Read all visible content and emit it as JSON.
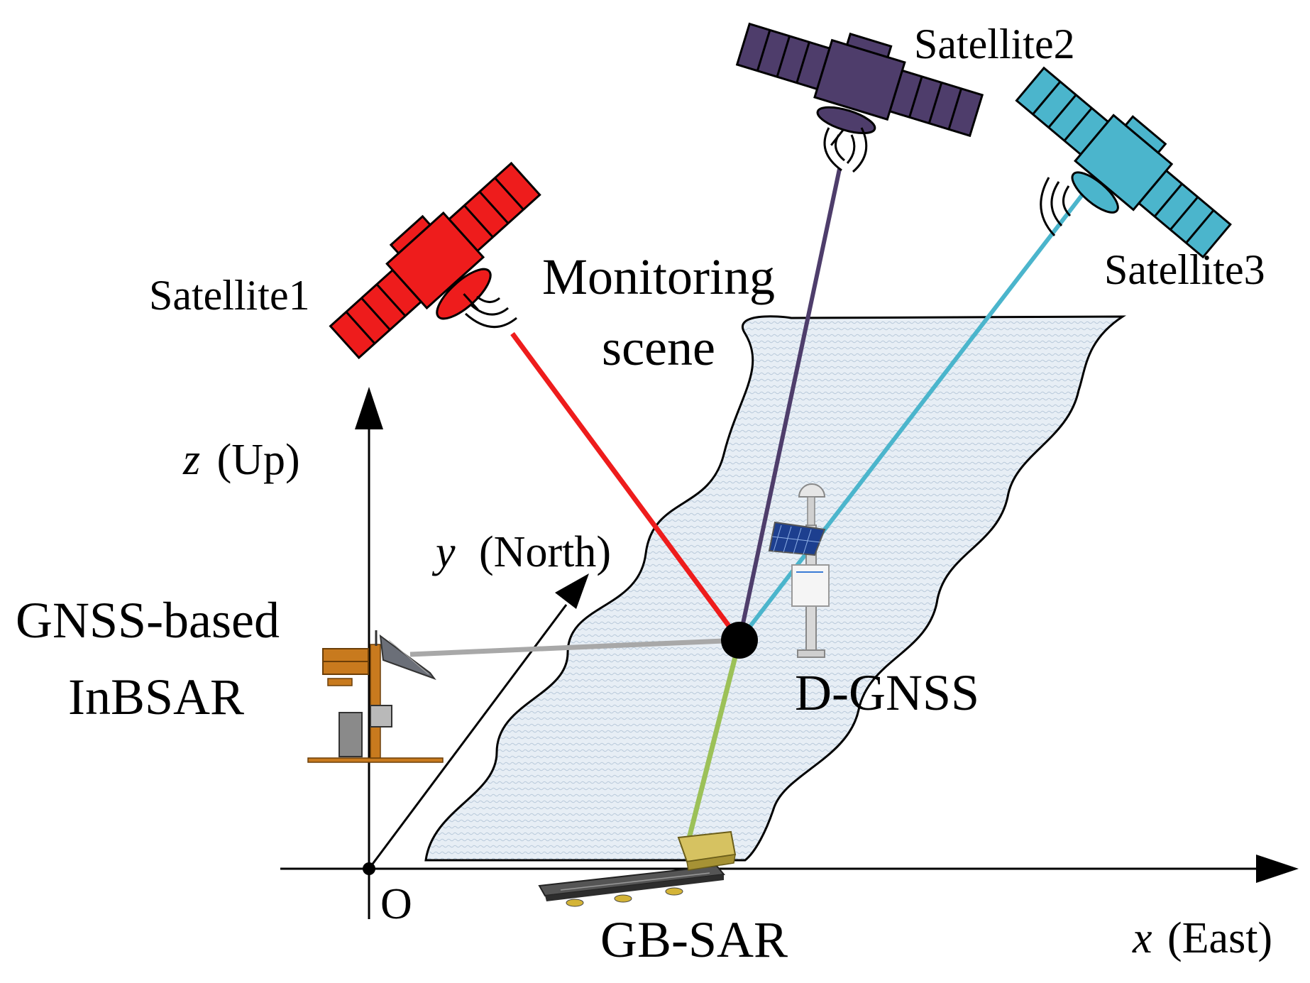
{
  "labels": {
    "satellite1": "Satellite1",
    "satellite2": "Satellite2",
    "satellite3": "Satellite3",
    "monitoring_line1": "Monitoring",
    "monitoring_line2": "scene",
    "z_var": "z",
    "z_dir": "(Up)",
    "y_var": "y",
    "y_dir": "(North)",
    "x_var": "x",
    "x_dir": "(East)",
    "origin": "O",
    "inbsar_line1": "GNSS-based",
    "inbsar_line2": "InBSAR",
    "dgnss": "D-GNSS",
    "gbsar": "GB-SAR"
  },
  "colors": {
    "satellite1": "#ee1c1c",
    "satellite2": "#4e3d6b",
    "satellite3": "#4bb5cc",
    "link_inbsar": "#a8a8a8",
    "link_gbsar": "#9cc158",
    "scene_fill": "#e6eef5",
    "inbsar_body": "#c87a1e",
    "gbsar_body": "#d6c261"
  }
}
